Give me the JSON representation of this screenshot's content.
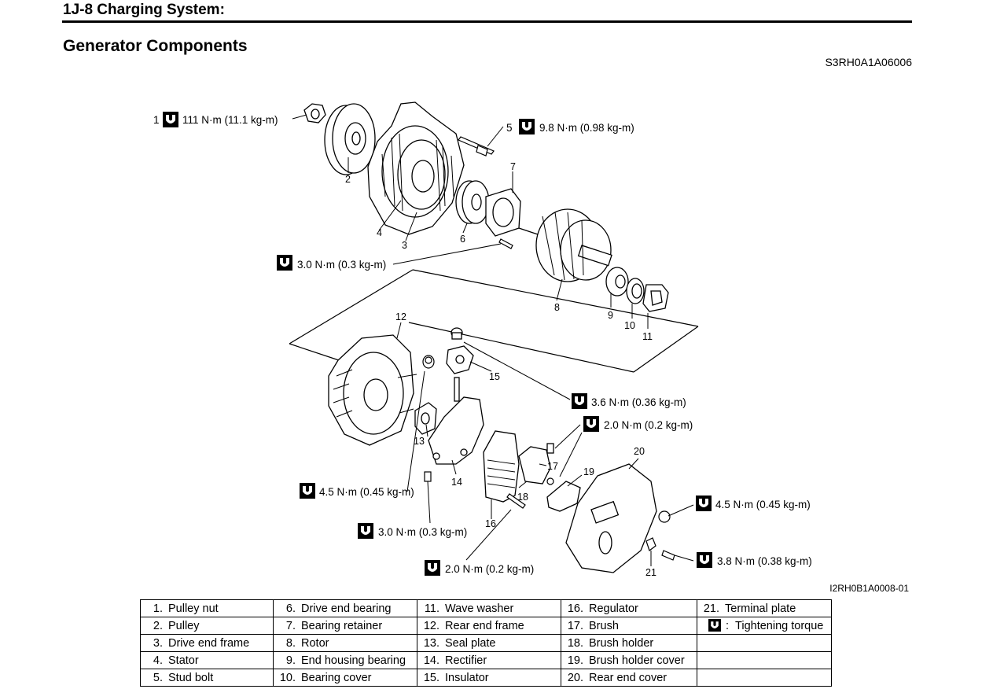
{
  "header": {
    "title": "1J-8   Charging System:"
  },
  "section_title": "Generator Components",
  "doc_code": "S3RH0A1A06006",
  "figure_code": "I2RH0B1A0008-01",
  "torque_labels": [
    {
      "ref": "1",
      "text": "111 N·m (11.1 kg-m)"
    },
    {
      "ref": "5",
      "text": "9.8 N·m (0.98 kg-m)"
    },
    {
      "ref": "",
      "text": "3.0 N·m (0.3 kg-m)"
    },
    {
      "ref": "",
      "text": "3.6 N·m (0.36 kg-m)"
    },
    {
      "ref": "",
      "text": "2.0 N·m (0.2 kg-m)"
    },
    {
      "ref": "",
      "text": "4.5 N·m (0.45 kg-m)"
    },
    {
      "ref": "",
      "text": "4.5 N·m (0.45 kg-m)"
    },
    {
      "ref": "",
      "text": "3.0 N·m (0.3 kg-m)"
    },
    {
      "ref": "",
      "text": "3.8 N·m (0.38 kg-m)"
    },
    {
      "ref": "",
      "text": "2.0 N·m (0.2 kg-m)"
    }
  ],
  "callouts": [
    "2",
    "3",
    "4",
    "6",
    "7",
    "8",
    "9",
    "10",
    "11",
    "12",
    "13",
    "14",
    "15",
    "16",
    "17",
    "18",
    "19",
    "20",
    "21"
  ],
  "legend": [
    [
      {
        "n": "1.",
        "t": "Pulley nut"
      },
      {
        "n": "6.",
        "t": "Drive end bearing"
      },
      {
        "n": "11.",
        "t": "Wave washer"
      },
      {
        "n": "16.",
        "t": "Regulator"
      },
      {
        "n": "21.",
        "t": "Terminal plate"
      }
    ],
    [
      {
        "n": "2.",
        "t": "Pulley"
      },
      {
        "n": "7.",
        "t": "Bearing retainer"
      },
      {
        "n": "12.",
        "t": "Rear end frame"
      },
      {
        "n": "17.",
        "t": "Brush"
      },
      {
        "n": ":",
        "t": "Tightening torque"
      }
    ],
    [
      {
        "n": "3.",
        "t": "Drive end frame"
      },
      {
        "n": "8.",
        "t": "Rotor"
      },
      {
        "n": "13.",
        "t": "Seal plate"
      },
      {
        "n": "18.",
        "t": "Brush holder"
      },
      {
        "n": "",
        "t": ""
      }
    ],
    [
      {
        "n": "4.",
        "t": "Stator"
      },
      {
        "n": "9.",
        "t": "End housing bearing"
      },
      {
        "n": "14.",
        "t": "Rectifier"
      },
      {
        "n": "19.",
        "t": "Brush holder cover"
      },
      {
        "n": "",
        "t": ""
      }
    ],
    [
      {
        "n": "5.",
        "t": "Stud bolt"
      },
      {
        "n": "10.",
        "t": "Bearing cover"
      },
      {
        "n": "15.",
        "t": "Insulator"
      },
      {
        "n": "20.",
        "t": "Rear end cover"
      },
      {
        "n": "",
        "t": ""
      }
    ]
  ],
  "icons": {
    "torque": "tightening-torque-icon"
  }
}
